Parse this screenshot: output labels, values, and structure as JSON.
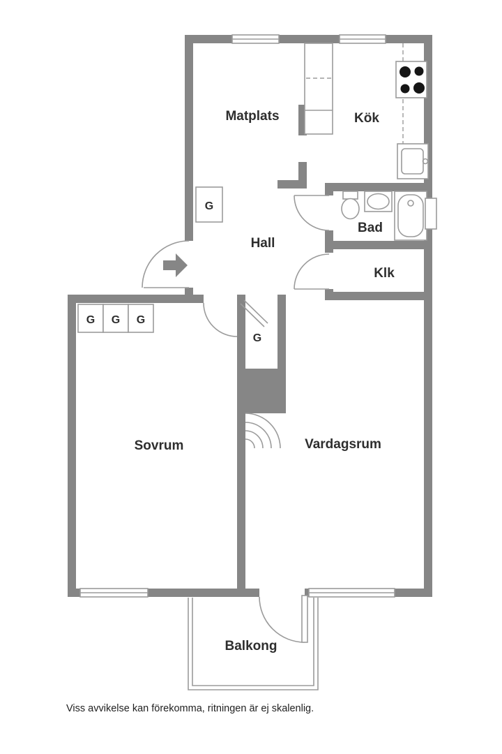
{
  "rooms": {
    "matplats": {
      "label": "Matplats"
    },
    "kok": {
      "label": "Kök"
    },
    "hall": {
      "label": "Hall"
    },
    "bad": {
      "label": "Bad"
    },
    "klk": {
      "label": "Klk"
    },
    "sovrum": {
      "label": "Sovrum"
    },
    "vardagsrum": {
      "label": "Vardagsrum"
    },
    "balkong": {
      "label": "Balkong"
    }
  },
  "closets": {
    "hall_closet": "G",
    "mid_closet": "G",
    "wardrobes": [
      "G",
      "G",
      "G"
    ]
  },
  "footer": {
    "disclaimer": "Viss avvikelse kan förekomma, ritningen är ej skalenlig."
  },
  "colors": {
    "wall": "#868686",
    "fixture_line": "#9b9b9b",
    "text": "#2e2e2e",
    "burner": "#151515",
    "background": "#ffffff"
  }
}
